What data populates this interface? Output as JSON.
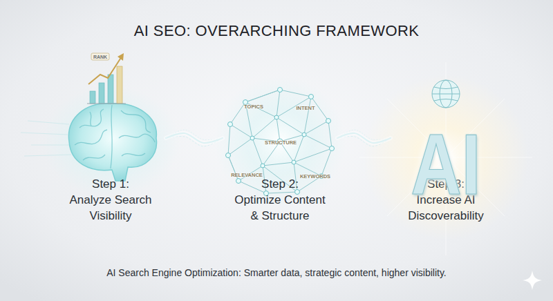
{
  "diagram": {
    "title": "AI SEO: OVERARCHING FRAMEWORK",
    "caption": "AI Search Engine Optimization: Smarter data, strategic content, higher visibility.",
    "nodes": [
      {
        "text": [
          "Step 1:",
          "Analyze Search Visibility"
        ]
      },
      {
        "text": [
          "Step 2:",
          "Optimize Content & Structure"
        ]
      },
      {
        "text": [
          "Step 3:",
          "Increase AI Discoverability"
        ]
      }
    ],
    "edges": [
      {
        "from": 0,
        "to": 1,
        "arrow": "none"
      },
      {
        "from": 1,
        "to": 2,
        "arrow": "none"
      }
    ],
    "labels": [
      "RANK",
      "TOPICS",
      "INTENT",
      "STRUCTURE",
      "RELEVANCE",
      "KEYWORDS",
      "AI"
    ]
  }
}
